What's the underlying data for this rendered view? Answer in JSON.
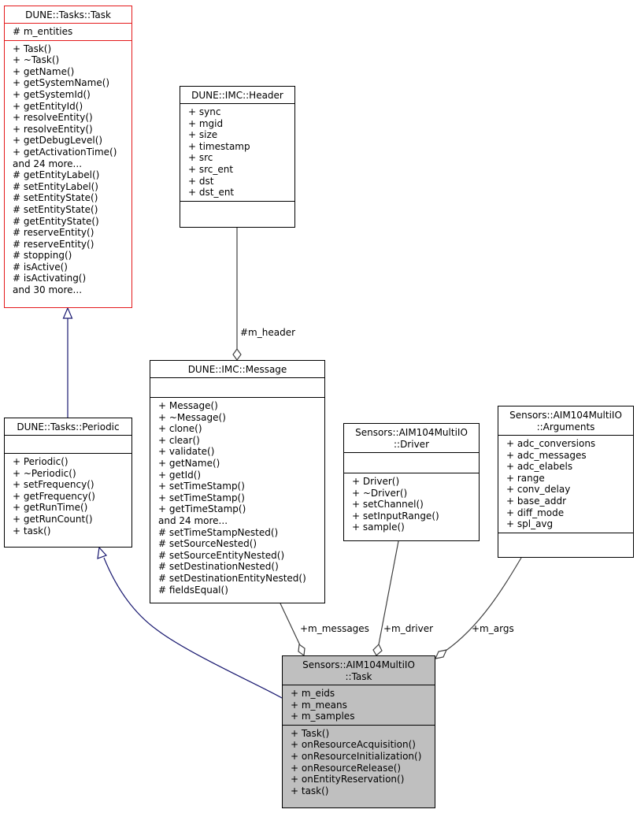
{
  "classes": {
    "task": {
      "title": [
        "DUNE::Tasks::Task"
      ],
      "attributes": [
        "# m_entities"
      ],
      "methods": [
        "+ Task()",
        "+ ~Task()",
        "+ getName()",
        "+ getSystemName()",
        "+ getSystemId()",
        "+ getEntityId()",
        "+ resolveEntity()",
        "+ resolveEntity()",
        "+ getDebugLevel()",
        "+ getActivationTime()",
        "and 24 more...",
        "# getEntityLabel()",
        "# setEntityLabel()",
        "# setEntityState()",
        "# setEntityState()",
        "# getEntityState()",
        "# reserveEntity()",
        "# reserveEntity()",
        "# stopping()",
        "# isActive()",
        "# isActivating()",
        "and 30 more..."
      ]
    },
    "header": {
      "title": [
        "DUNE::IMC::Header"
      ],
      "attributes": [
        "+ sync",
        "+ mgid",
        "+ size",
        "+ timestamp",
        "+ src",
        "+ src_ent",
        "+ dst",
        "+ dst_ent"
      ],
      "methods": []
    },
    "periodic": {
      "title": [
        "DUNE::Tasks::Periodic"
      ],
      "attributes": [],
      "methods": [
        "+ Periodic()",
        "+ ~Periodic()",
        "+ setFrequency()",
        "+ getFrequency()",
        "+ getRunTime()",
        "+ getRunCount()",
        "+ task()"
      ]
    },
    "message": {
      "title": [
        "DUNE::IMC::Message"
      ],
      "attributes": [],
      "methods": [
        "+ Message()",
        "+ ~Message()",
        "+ clone()",
        "+ clear()",
        "+ validate()",
        "+ getName()",
        "+ getId()",
        "+ setTimeStamp()",
        "+ setTimeStamp()",
        "+ getTimeStamp()",
        "and 24 more...",
        "# setTimeStampNested()",
        "# setSourceNested()",
        "# setSourceEntityNested()",
        "# setDestinationNested()",
        "# setDestinationEntityNested()",
        "# fieldsEqual()"
      ]
    },
    "driver": {
      "title": [
        "Sensors::AIM104MultiIO",
        "::Driver"
      ],
      "attributes": [],
      "methods": [
        "+ Driver()",
        "+ ~Driver()",
        "+ setChannel()",
        "+ setInputRange()",
        "+ sample()"
      ]
    },
    "arguments": {
      "title": [
        "Sensors::AIM104MultiIO",
        "::Arguments"
      ],
      "attributes": [
        "+ adc_conversions",
        "+ adc_messages",
        "+ adc_elabels",
        "+ range",
        "+ conv_delay",
        "+ base_addr",
        "+ diff_mode",
        "+ spl_avg"
      ],
      "methods": []
    },
    "aimtask": {
      "title": [
        "Sensors::AIM104MultiIO",
        "::Task"
      ],
      "attributes": [
        "+ m_eids",
        "+ m_means",
        "+ m_samples"
      ],
      "methods": [
        "+ Task()",
        "+ onResourceAcquisition()",
        "+ onResourceInitialization()",
        "+ onResourceRelease()",
        "+ onEntityReservation()",
        "+ task()"
      ]
    }
  },
  "edge_labels": {
    "header": "#m_header",
    "messages": "+m_messages",
    "driver": "+m_driver",
    "args": "+m_args"
  },
  "colors": {
    "inheritance": "#191970",
    "association": "#404040",
    "base_border": "#e41a1c",
    "focus_fill": "#bfbfbf"
  }
}
